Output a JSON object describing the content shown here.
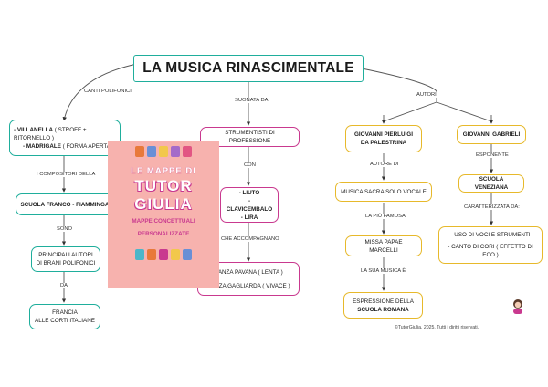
{
  "title": "LA MUSICA RINASCIMENTALE",
  "edge_labels": {
    "canti_polifonici": "CANTI POLIFONICI",
    "suonata_da": "SUONATA DA",
    "autori": "AUTORI",
    "i_compositori_della": "I COMPOSITORI DELLA",
    "sono": "SONO",
    "da": "DA",
    "con": "CON",
    "che_accompagnano": "CHE ACCOMPAGNANO",
    "autore_di": "AUTORE DI",
    "la_piu_famosa": "LA PIÙ FAMOSA",
    "la_sua_musica_e": "LA SUA MUSICA È",
    "esponente": "ESPONENTE",
    "caratterizzata_da": "CARATTERIZZATA DA:"
  },
  "nodes": {
    "villanella_b": "- VILLANELLA",
    "villanella_t": " ( STROFE + RITORNELLO )",
    "madrigale_b": "- MADRIGALE",
    "madrigale_t": " ( FORMA APERTA",
    "scuola_franco": "SCUOLA FRANCO - FIAMMINGA",
    "principali_1": "PRINCIPALI AUTORI",
    "principali_2": "DI BRANI POLIFONICI",
    "francia_1": "FRANCIA",
    "francia_2": "ALLE CORTI ITALIANE",
    "strumentisti": "STRUMENTISTI DI PROFESSIONE",
    "liuto": "- LIUTO",
    "clavicembalo": "- CLAVICEMBALO",
    "lira": "- LIRA",
    "danza_pavana": "DANZA PAVANA ( LENTA )",
    "danza_gagliarda": "DANZA GAGLIARDA ( VIVACE )",
    "palestrina_1": "GIOVANNI PIERLUIGI",
    "palestrina_2": "DA PALESTRINA",
    "musica_sacra": "MUSICA SACRA SOLO VOCALE",
    "missa": "MISSA PAPAE MARCELLI",
    "espressione_1": "ESPRESSIONE DELLA",
    "espressione_2": "SCUOLA ROMANA",
    "gabrieli": "GIOVANNI GABRIELI",
    "scuola_veneziana": "SCUOLA VENEZIANA",
    "uso_voci": "- USO DI VOCI E STRUMENTI",
    "canto_cori": "- CANTO DI CORI ( EFFETTO DI ECO )"
  },
  "logo": {
    "line1": "LE MAPPE DI",
    "line2": "TUTOR",
    "line3": "GIULIA",
    "line4": "MAPPE CONCETTUALI",
    "line5": "PERSONALIZZATE"
  },
  "copyright": "©TutorGiulia, 2025. Tutti i diritti riservati.",
  "colors": {
    "teal": "#1fae9c",
    "pink": "#c9398f",
    "yellow": "#e7b92b",
    "logo_bg": "#f7b2ae"
  }
}
